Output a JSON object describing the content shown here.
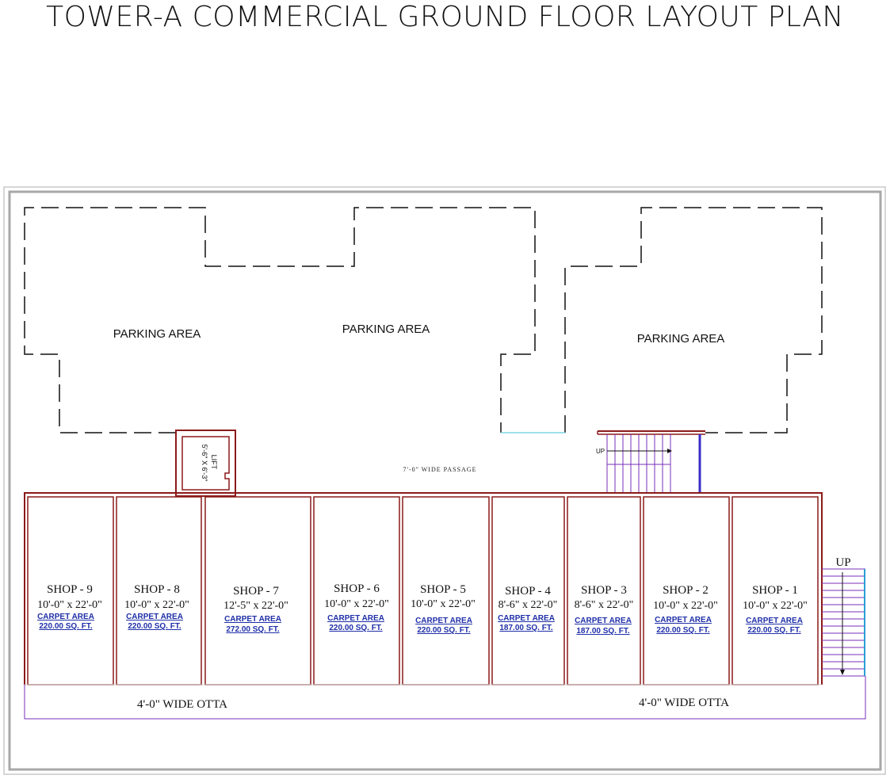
{
  "title": "TOWER-A COMMERCIAL GROUND FLOOR LAYOUT PLAN",
  "parking_labels": [
    "PARKING AREA",
    "PARKING AREA",
    "PARKING AREA"
  ],
  "lift": {
    "name": "LIFT",
    "size": "5'-6\" X 6'-3\""
  },
  "passage_label": "7'-0\" WIDE PASSAGE",
  "stair_up_label": "UP",
  "otta_labels": [
    "4'-0\"  WIDE OTTA",
    "4'-0\"  WIDE OTTA"
  ],
  "carpet_caption": "CARPET AREA",
  "shops": [
    {
      "name": "SHOP - 9",
      "size": "10'-0\" x 22'-0\"",
      "area": "220.00 SQ. FT."
    },
    {
      "name": "SHOP - 8",
      "size": "10'-0\" x 22'-0\"",
      "area": "220.00 SQ. FT."
    },
    {
      "name": "SHOP - 7",
      "size": "12'-5\" x 22'-0\"",
      "area": "272.00 SQ. FT."
    },
    {
      "name": "SHOP - 6",
      "size": "10'-0\" x 22'-0\"",
      "area": "220.00 SQ. FT."
    },
    {
      "name": "SHOP - 5",
      "size": "10'-0\" x 22'-0\"",
      "area": "220.00 SQ. FT."
    },
    {
      "name": "SHOP - 4",
      "size": "8'-6\" x 22'-0\"",
      "area": "187.00 SQ. FT."
    },
    {
      "name": "SHOP - 3",
      "size": "8'-6\" x 22'-0\"",
      "area": "187.00 SQ. FT."
    },
    {
      "name": "SHOP - 2",
      "size": "10'-0\" x 22'-0\"",
      "area": "220.00 SQ. FT."
    },
    {
      "name": "SHOP - 1",
      "size": "10'-0\" x 22'-0\"",
      "area": "220.00 SQ. FT."
    }
  ],
  "colors": {
    "wall": "#8b1a1a",
    "stair": "#7a2fb8",
    "area_text": "#1f2fa8",
    "boundary": "#7a2fb8"
  }
}
